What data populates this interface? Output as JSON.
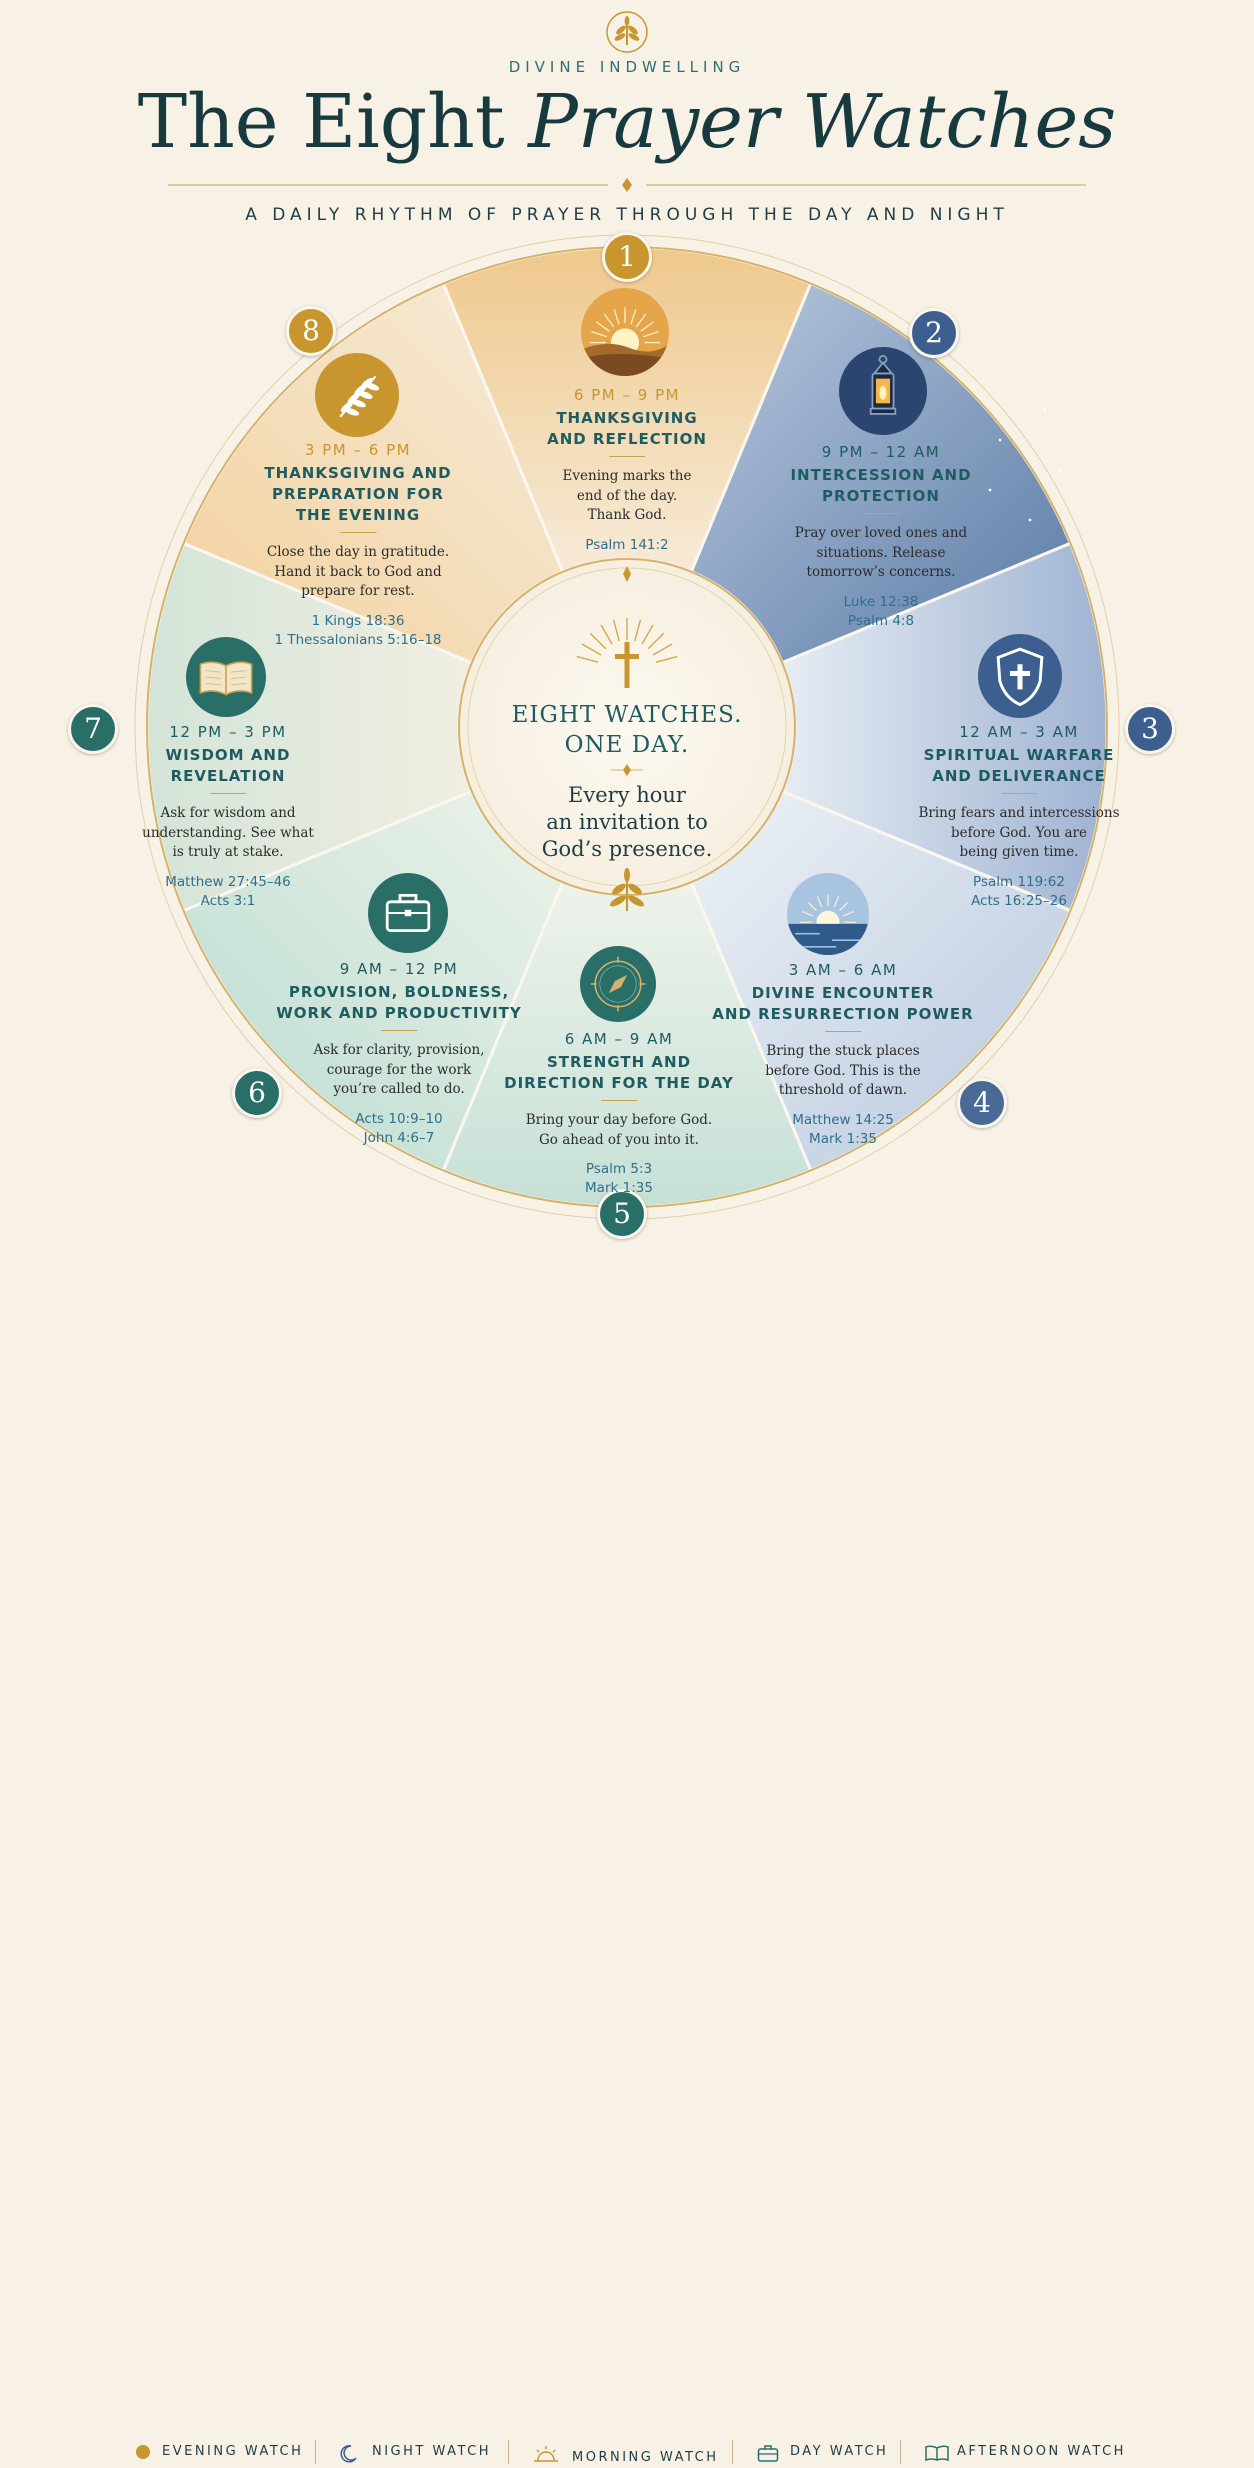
{
  "header": {
    "eyebrow": "DIVINE INDWELLING",
    "title_main": "The Eight",
    "title_italic": "Prayer Watches",
    "subtitle": "A DAILY RHYTHM OF PRAYER THROUGH THE DAY AND NIGHT"
  },
  "center": {
    "heading_line1": "EIGHT WATCHES.",
    "heading_line2": "ONE DAY.",
    "body_line1": "Every hour",
    "body_line2": "an invitation to",
    "body_line3": "God’s presence."
  },
  "watches": [
    {
      "number": "1",
      "time": "6 PM – 9 PM",
      "heading_lines": [
        "THANKSGIVING",
        "AND REFLECTION"
      ],
      "desc_lines": [
        "Evening marks the",
        "end of the day.",
        "Thank God."
      ],
      "refs": [
        "Psalm 141:2"
      ],
      "icon": "sunset-icon",
      "color": "#c9952e"
    },
    {
      "number": "2",
      "time": "9 PM – 12 AM",
      "heading_lines": [
        "INTERCESSION AND",
        "PROTECTION"
      ],
      "desc_lines": [
        "Pray over loved ones and",
        "situations. Release",
        "tomorrow’s concerns."
      ],
      "refs": [
        "Luke 12:38",
        "Psalm 4:8"
      ],
      "icon": "lantern-icon",
      "color": "#3d5f8f"
    },
    {
      "number": "3",
      "time": "12 AM – 3 AM",
      "heading_lines": [
        "SPIRITUAL WARFARE",
        "AND DELIVERANCE"
      ],
      "desc_lines": [
        "Bring fears and intercessions",
        "before God. You are",
        "being given time."
      ],
      "refs": [
        "Psalm 119:62",
        "Acts 16:25–26"
      ],
      "icon": "shield-cross-icon",
      "color": "#3d5f8f"
    },
    {
      "number": "4",
      "time": "3 AM – 6 AM",
      "heading_lines": [
        "DIVINE ENCOUNTER",
        "AND RESURRECTION POWER"
      ],
      "desc_lines": [
        "Bring the stuck places",
        "before God. This is the",
        "threshold of dawn."
      ],
      "refs": [
        "Matthew 14:25",
        "Mark 1:35"
      ],
      "icon": "sunrise-sea-icon",
      "color": "#4a6a96"
    },
    {
      "number": "5",
      "time": "6 AM – 9 AM",
      "heading_lines": [
        "STRENGTH AND",
        "DIRECTION FOR THE DAY"
      ],
      "desc_lines": [
        "Bring your day before God.",
        "Go ahead of you into it."
      ],
      "refs": [
        "Psalm 5:3",
        "Mark 1:35"
      ],
      "icon": "compass-icon",
      "color": "#2a6e68"
    },
    {
      "number": "6",
      "time": "9 AM – 12 PM",
      "heading_lines": [
        "PROVISION, BOLDNESS,",
        "WORK AND PRODUCTIVITY"
      ],
      "desc_lines": [
        "Ask for clarity, provision,",
        "courage for the work",
        "you’re called to do."
      ],
      "refs": [
        "Acts 10:9–10",
        "John 4:6–7"
      ],
      "icon": "briefcase-icon",
      "color": "#2a6e68"
    },
    {
      "number": "7",
      "time": "12 PM – 3 PM",
      "heading_lines": [
        "WISDOM AND",
        "REVELATION"
      ],
      "desc_lines": [
        "Ask for wisdom and",
        "understanding. See what",
        "is truly at stake."
      ],
      "refs": [
        "Matthew 27:45–46",
        "Acts 3:1"
      ],
      "icon": "open-book-icon",
      "color": "#2a6e68"
    },
    {
      "number": "8",
      "time": "3 PM – 6 PM",
      "heading_lines": [
        "THANKSGIVING AND",
        "PREPARATION FOR",
        "THE EVENING"
      ],
      "desc_lines": [
        "Close the day in gratitude.",
        "Hand it back to God and",
        "prepare for rest."
      ],
      "refs": [
        "1 Kings 18:36",
        "1 Thessalonians 5:16–18"
      ],
      "icon": "olive-branch-icon",
      "color": "#c9952e"
    }
  ],
  "legend": [
    {
      "label": "EVENING WATCH",
      "icon": "dot-icon"
    },
    {
      "label": "NIGHT WATCH",
      "icon": "moon-icon"
    },
    {
      "label": "MORNING WATCH",
      "icon": "sunrise-icon"
    },
    {
      "label": "DAY WATCH",
      "icon": "briefcase-icon"
    },
    {
      "label": "AFTERNOON WATCH",
      "icon": "open-book-icon"
    }
  ],
  "colors": {
    "gold": "#c9952e",
    "navy": "#3d5f8f",
    "teal": "#2a6e68",
    "cream": "#f7f1e6"
  }
}
